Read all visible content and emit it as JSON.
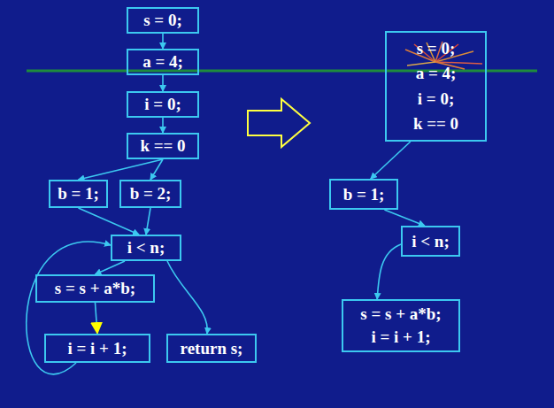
{
  "diagram": {
    "nodes": [
      {
        "text": [
          "s = 0;"
        ]
      },
      {
        "text": [
          "a = 4;"
        ]
      },
      {
        "text": [
          "i = 0;"
        ]
      },
      {
        "text": [
          "k == 0"
        ]
      },
      {
        "text": [
          "b = 1;"
        ]
      },
      {
        "text": [
          "b = 2;"
        ]
      },
      {
        "text": [
          "i < n;"
        ]
      },
      {
        "text": [
          "s = s + a*b;"
        ]
      },
      {
        "text": [
          "i = i + 1;"
        ]
      },
      {
        "text": [
          "return s;"
        ]
      },
      {
        "text": [
          "s = 0;",
          "a = 4;",
          "i = 0;",
          "k == 0"
        ]
      },
      {
        "text": [
          "b = 1;"
        ]
      },
      {
        "text": [
          "i < n;"
        ]
      },
      {
        "text": [
          "s = s + a*b;",
          "i = i + 1;"
        ]
      }
    ],
    "edges": [
      {
        "from": 0,
        "to": 1,
        "arrow": "to"
      },
      {
        "from": 1,
        "to": 2,
        "arrow": "to"
      },
      {
        "from": 2,
        "to": 3,
        "arrow": "to"
      },
      {
        "from": 3,
        "to": 4,
        "arrow": "to"
      },
      {
        "from": 3,
        "to": 5,
        "arrow": "to"
      },
      {
        "from": 4,
        "to": 6,
        "arrow": "to"
      },
      {
        "from": 5,
        "to": 6,
        "arrow": "to"
      },
      {
        "from": 6,
        "to": 7,
        "arrow": "to"
      },
      {
        "from": 6,
        "to": 9,
        "arrow": "to"
      },
      {
        "from": 7,
        "to": 8,
        "arrow": "to"
      },
      {
        "from": 8,
        "to": 6,
        "arrow": "to"
      },
      {
        "from": 10,
        "to": 11,
        "arrow": "to"
      },
      {
        "from": 11,
        "to": 12,
        "arrow": "to"
      },
      {
        "from": 12,
        "to": 13,
        "arrow": "to"
      }
    ]
  }
}
